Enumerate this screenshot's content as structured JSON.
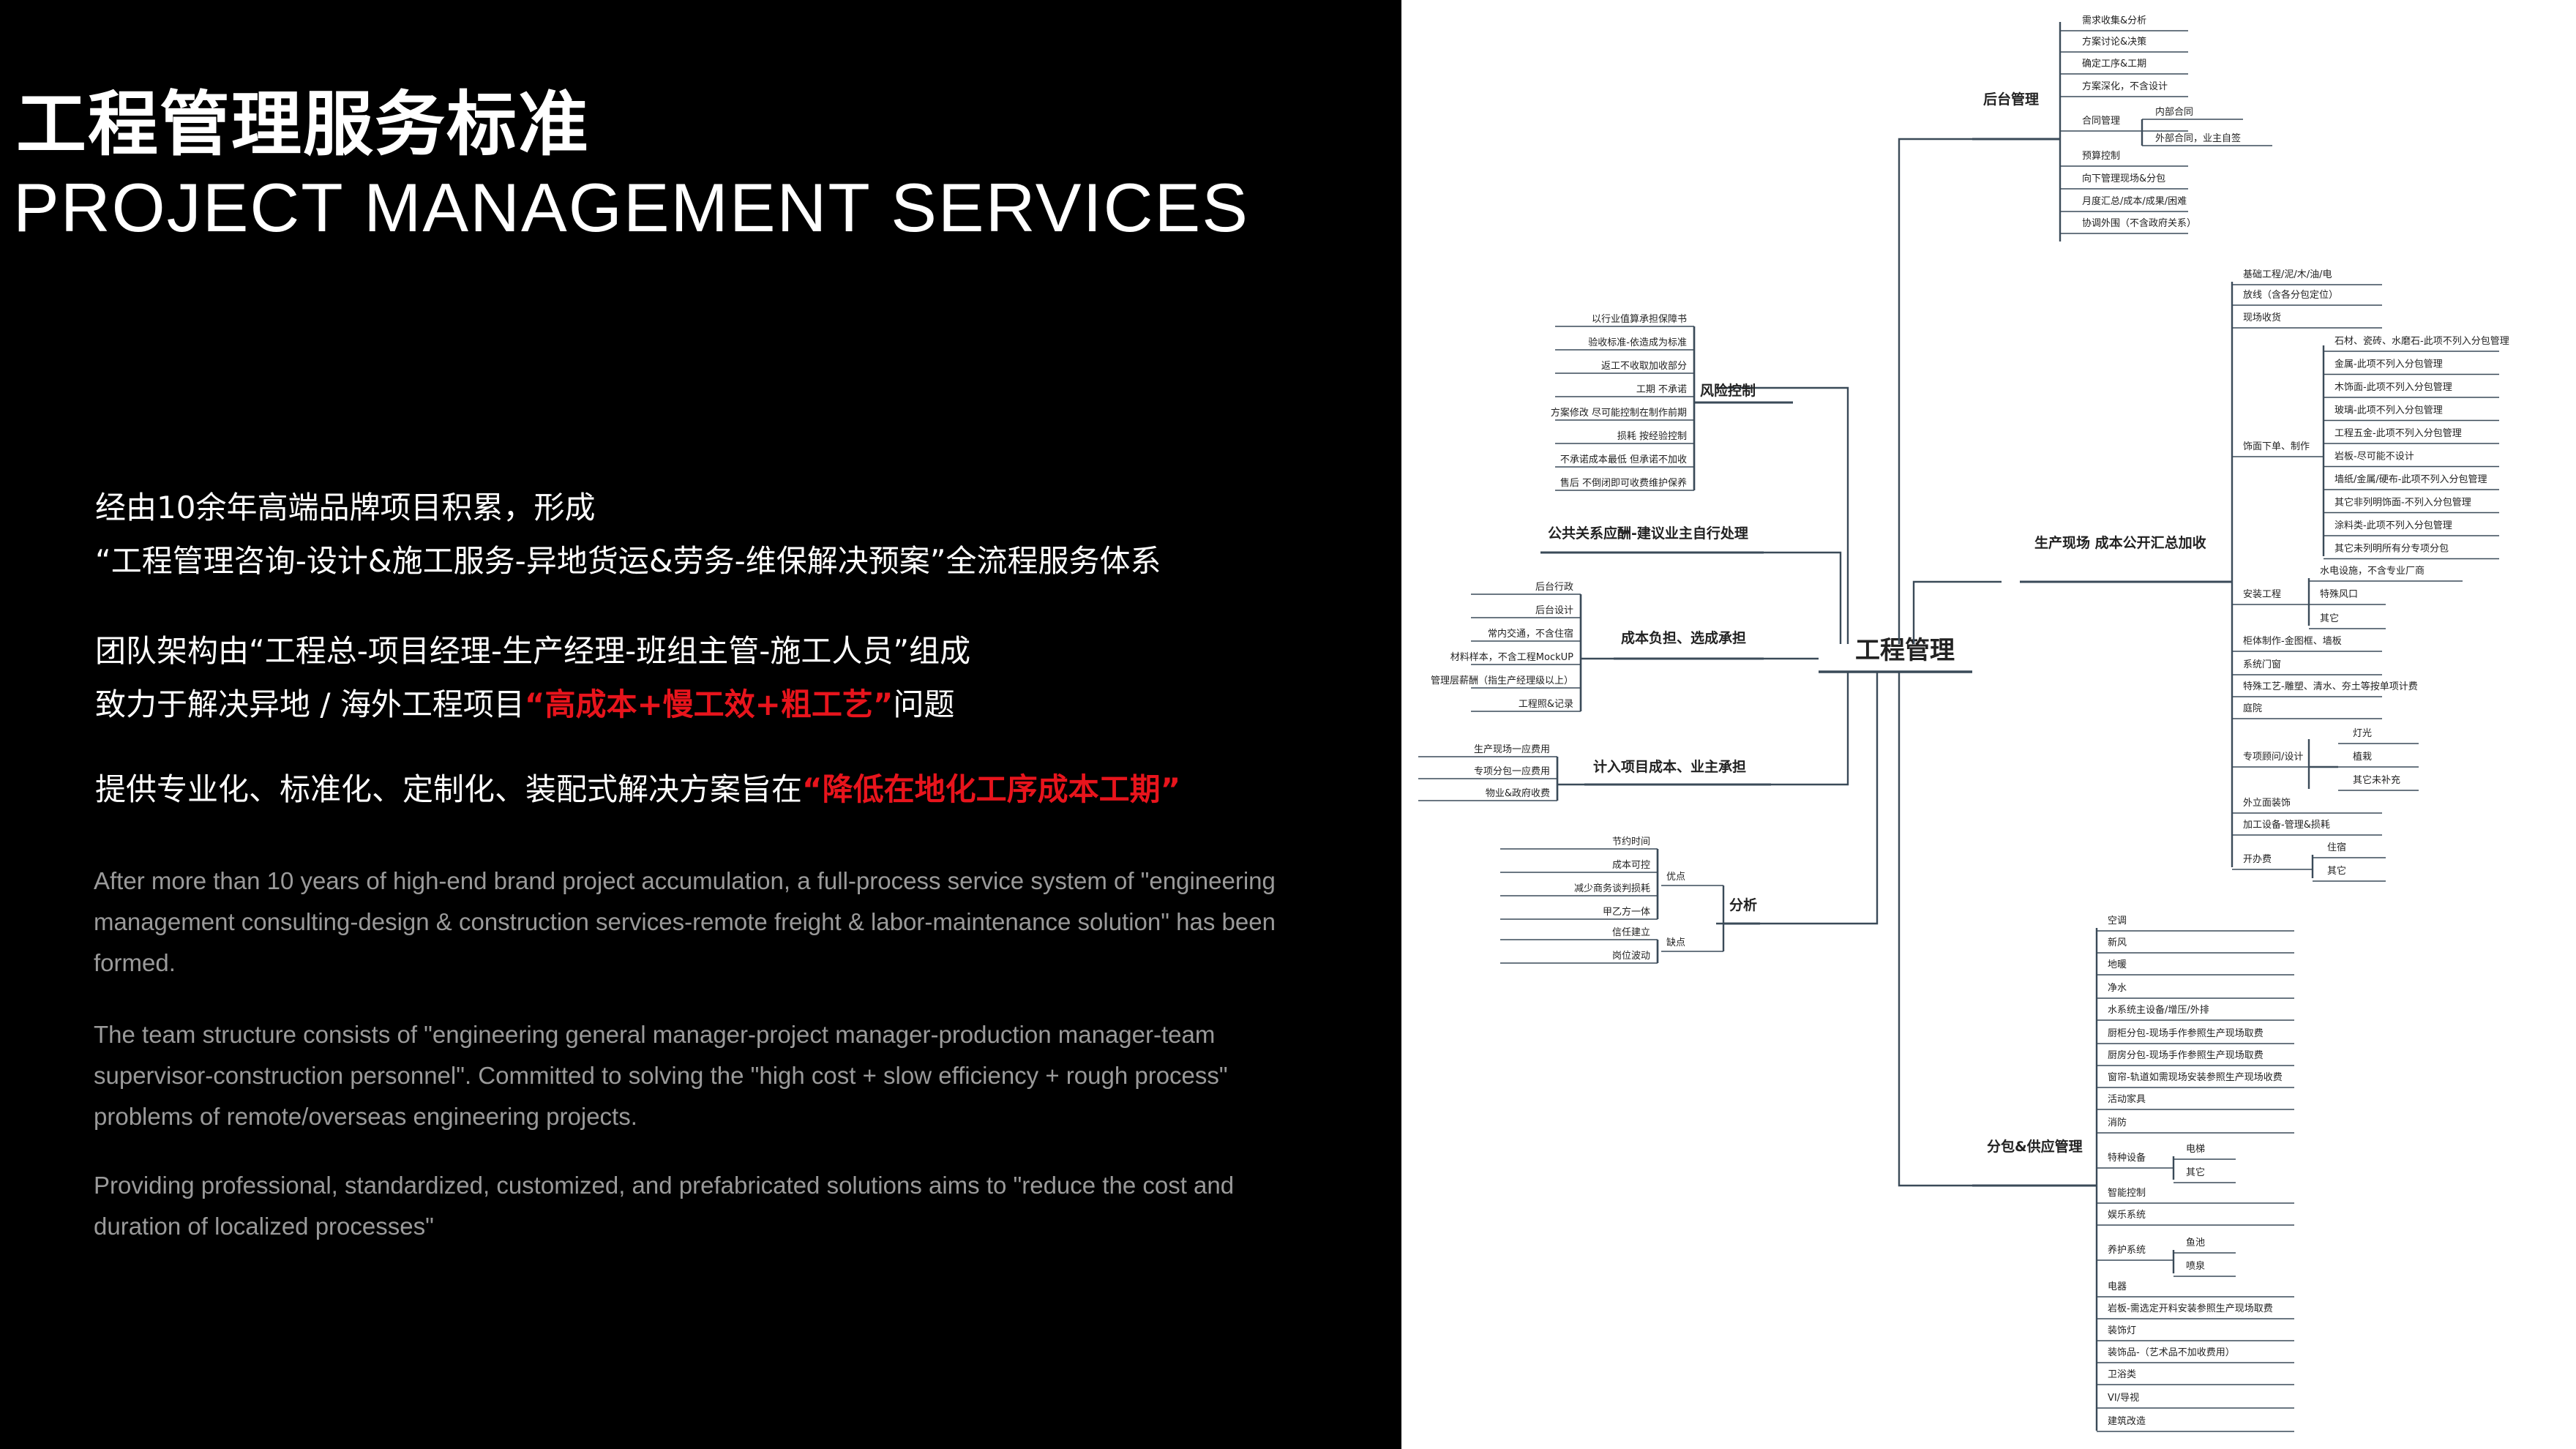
{
  "left": {
    "title_cn": "工程管理服务标准",
    "title_en": "PROJECT MANAGEMENT SERVICES",
    "lines": {
      "l1": "经由10余年高端品牌项目积累，形成",
      "l2": "“工程管理咨询-设计&施工服务-异地货运&劳务-维保解决预案”全流程服务体系",
      "l3": "团队架构由“工程总-项目经理-生产经理-班组主管-施工人员”组成",
      "l4_pre": "致力于解决异地 / 海外工程项目",
      "l4_red": "“高成本+慢工效+粗工艺”",
      "l4_post": "问题",
      "l5_pre": "提供专业化、标准化、定制化、装配式解决方案旨在",
      "l5_red": "“降低在地化工序成本工期”"
    },
    "en": {
      "p1": "After more than 10 years of high-end brand project accumulation, a full-process service system of \"engineering management consulting-design & construction services-remote freight & labor-maintenance solution\" has been formed.",
      "p2": "The team structure consists of \"engineering general manager-project manager-production manager-team supervisor-construction personnel\". Committed to solving the \"high cost + slow efficiency + rough process\" problems of remote/overseas engineering projects.",
      "p3": "Providing professional, standardized, customized, and prefabricated solutions aims to \"reduce the cost and duration of localized processes\""
    }
  },
  "mindmap": {
    "center": "工程管理",
    "branches": {
      "backend": {
        "label": "后台管理",
        "items": [
          "需求收集&分析",
          "方案讨论&决策",
          "确定工序&工期",
          "方案深化，不含设计",
          "合同管理",
          "预算控制",
          "向下管理现场&分包",
          "月度汇总/成本/成果/困难",
          "协调外围（不含政府关系）"
        ],
        "contract_sub": [
          "内部合同",
          "外部合同，业主自签"
        ]
      },
      "risk": {
        "label": "风险控制",
        "items": [
          "以行业值算承担保障书",
          "验收标准-依造成为标准",
          "返工不收取加收部分",
          "工期 不承诺",
          "方案修改 尽可能控制在制作前期",
          "损耗 按经验控制",
          "不承诺成本最低 但承诺不加收",
          "售后 不倒闭即可收费维护保养"
        ]
      },
      "pr": {
        "label": "公共关系应酬-建议业主自行处理"
      },
      "cost_bear": {
        "label": "成本负担、选成承担",
        "items": [
          "后台行政",
          "后台设计",
          "常内交通，不含住宿",
          "材料样本，不含工程MockUP",
          "管理层薪酬（指生产经理级以上）",
          "工程照&记录"
        ]
      },
      "project_cost": {
        "label": "计入项目成本、业主承担",
        "items": [
          "生产现场一应费用",
          "专项分包一应费用",
          "物业&政府收费"
        ]
      },
      "analysis": {
        "label": "分析",
        "pros": "优点",
        "cons": "缺点",
        "pros_items": [
          "节约时间",
          "成本可控",
          "减少商务谈判损耗",
          "甲乙方一体"
        ],
        "cons_items": [
          "信任建立",
          "岗位波动"
        ]
      },
      "production": {
        "label": "生产现场 成本公开汇总加收",
        "items": [
          "基础工程/泥/木/油/电",
          "放线（含各分包定位）",
          "现场收货",
          "饰面下单、制作",
          "安装工程",
          "柜体制作-金图框、墙板",
          "系统门窗",
          "特殊工艺-雕塑、清水、夯土等按单项计费",
          "庭院",
          "专项顾问/设计",
          "外立面装饰",
          "加工设备-管理&损耗",
          "开办费"
        ],
        "finish_sub": [
          "石材、瓷砖、水磨石-此项不列入分包管理",
          "金属-此项不列入分包管理",
          "木饰面-此项不列入分包管理",
          "玻璃-此项不列入分包管理",
          "工程五金-此项不列入分包管理",
          "岩板-尽可能不设计",
          "墙纸/金属/硬布-此项不列入分包管理",
          "其它非列明饰面-不列入分包管理",
          "涂料类-此项不列入分包管理",
          "其它未列明所有分专项分包"
        ],
        "install_sub": [
          "水电设施，不含专业厂商",
          "特殊风口",
          "其它"
        ],
        "consult_sub": [
          "灯光",
          "植栽",
          "其它未补充"
        ],
        "startup_sub": [
          "住宿",
          "其它"
        ]
      },
      "subcontract": {
        "label": "分包&供应管理",
        "items": [
          "空调",
          "新风",
          "地暖",
          "净水",
          "水系统主设备/增压/外排",
          "厨柜分包-现场手作参照生产现场取费",
          "厨房分包-现场手作参照生产现场取费",
          "窗帘-轨道如需现场安装参照生产现场收费",
          "活动家具",
          "消防",
          "特种设备",
          "智能控制",
          "娱乐系统",
          "养护系统",
          "电器",
          "岩板-需选定开料安装参照生产现场取费",
          "装饰灯",
          "装饰品-（艺术品不加收费用）",
          "卫浴类",
          "VI/导视",
          "建筑改造"
        ],
        "special_sub": [
          "电梯",
          "其它"
        ],
        "care_sub": [
          "鱼池",
          "喷泉"
        ]
      }
    }
  }
}
